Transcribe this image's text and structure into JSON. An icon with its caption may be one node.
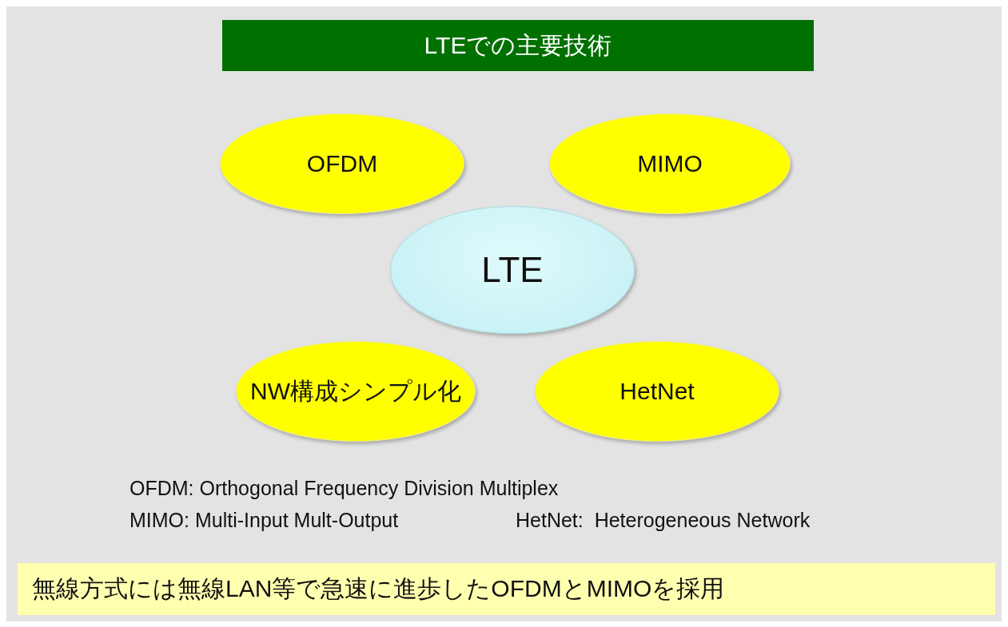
{
  "diagram": {
    "title": "LTEでの主要技術",
    "nodes": [
      {
        "text": [
          "OFDM"
        ]
      },
      {
        "text": [
          "MIMO"
        ]
      },
      {
        "text": [
          "LTE"
        ]
      },
      {
        "text": [
          "NW構成シンプル化"
        ]
      },
      {
        "text": [
          "HetNet"
        ]
      },
      {
        "text": [
          "無線方式には無線LAN等で急速に進歩したOFDMとMIMOを採用"
        ]
      }
    ],
    "labels": [
      "OFDM: Orthogonal Frequency Division Multiplex",
      "MIMO: Multi-Input Mult-Output",
      "HetNet:  Heterogeneous Network"
    ]
  }
}
